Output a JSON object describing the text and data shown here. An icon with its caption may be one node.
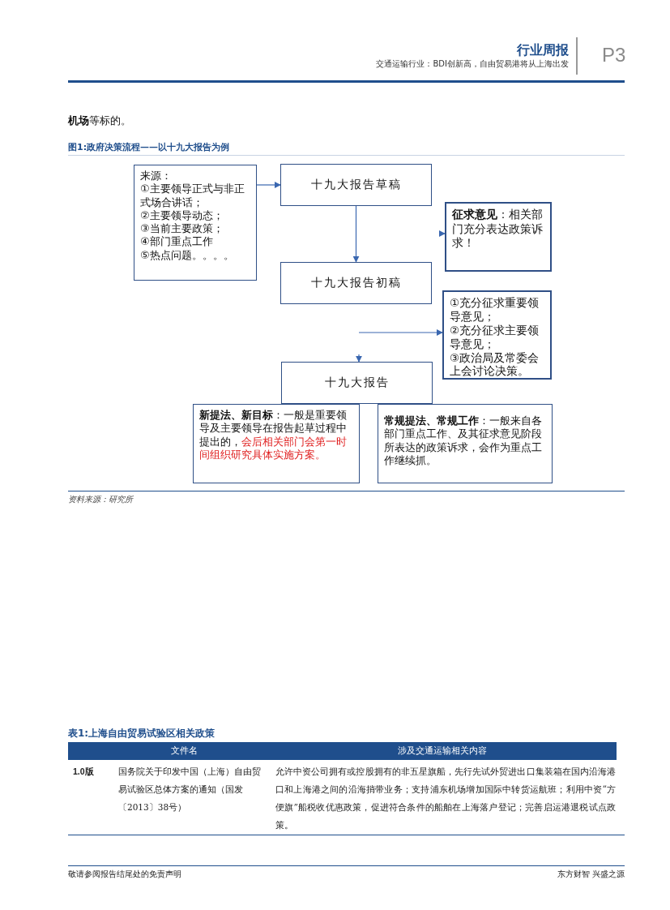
{
  "diagram": {
    "title": "图1:政府决策流程——以十九大报告为例",
    "caption": "资料来源：研究所",
    "nodes": [
      {
        "text": [
          "来源：",
          "①主要领导正式与非正式场合讲话；",
          "②主要领导动态；",
          "③当前主要政策；",
          "④部门重点工作",
          "⑤热点问题。。。。"
        ]
      },
      {
        "text": [
          "十九大报告草稿"
        ]
      },
      {
        "text": [
          "**征求意见**：相关部门充分表达政策诉求！"
        ]
      },
      {
        "text": [
          "十九大报告初稿"
        ]
      },
      {
        "text": [
          "①充分征求重要领导意见；",
          "②充分征求主要领导意见；",
          "③政治局及常委会上会讨论决策。"
        ]
      },
      {
        "text": [
          "十九大报告"
        ]
      },
      {
        "text": [
          "**新提法、新目标**：一般是重要领导及主要领导在报告起草过程中提出的，",
          "会后相关部门会第一时间组织研究具体实施方案。"
        ]
      },
      {
        "text": [
          "**常规提法、常规工作**：一般来自各部门重点工作、及其征求意见阶段所表达的政策诉求，会作为重点工作继续抓。"
        ]
      }
    ],
    "edges": [
      {
        "from": 0,
        "to": 1,
        "arrow": "to"
      },
      {
        "from": 1,
        "to": 3,
        "arrow": "to"
      },
      {
        "from": null,
        "to": 2,
        "arrow": "to"
      },
      {
        "from": null,
        "to": 4,
        "arrow": "to"
      },
      {
        "from": null,
        "to": 5,
        "arrow": "to"
      }
    ],
    "labels": [
      "行业周报",
      "交通运输行业：BDI创新高，自由贸易港将从上海出发",
      "P3",
      "**机场**等标的。",
      "表1:上海自由贸易试验区相关政策",
      "文件名",
      "涉及交通运输相关内容",
      "1.0版",
      "国务院关于印发中国（上海）自由贸易试验区总体方案的通知（国发〔2013〕38号）",
      "允许中资公司拥有或控股拥有的非五星旗船，先行先试外贸进出口集装箱在国内沿海港口和上海港之间的沿海捎带业务；支持浦东机场增加国际中转货运航班；利用中资“方便旗”船税收优惠政策，促进符合条件的船舶在上海落户登记；完善启运港退税试点政策。",
      "敬请参阅报告结尾处的免责声明",
      "东方财智 兴盛之源"
    ]
  }
}
